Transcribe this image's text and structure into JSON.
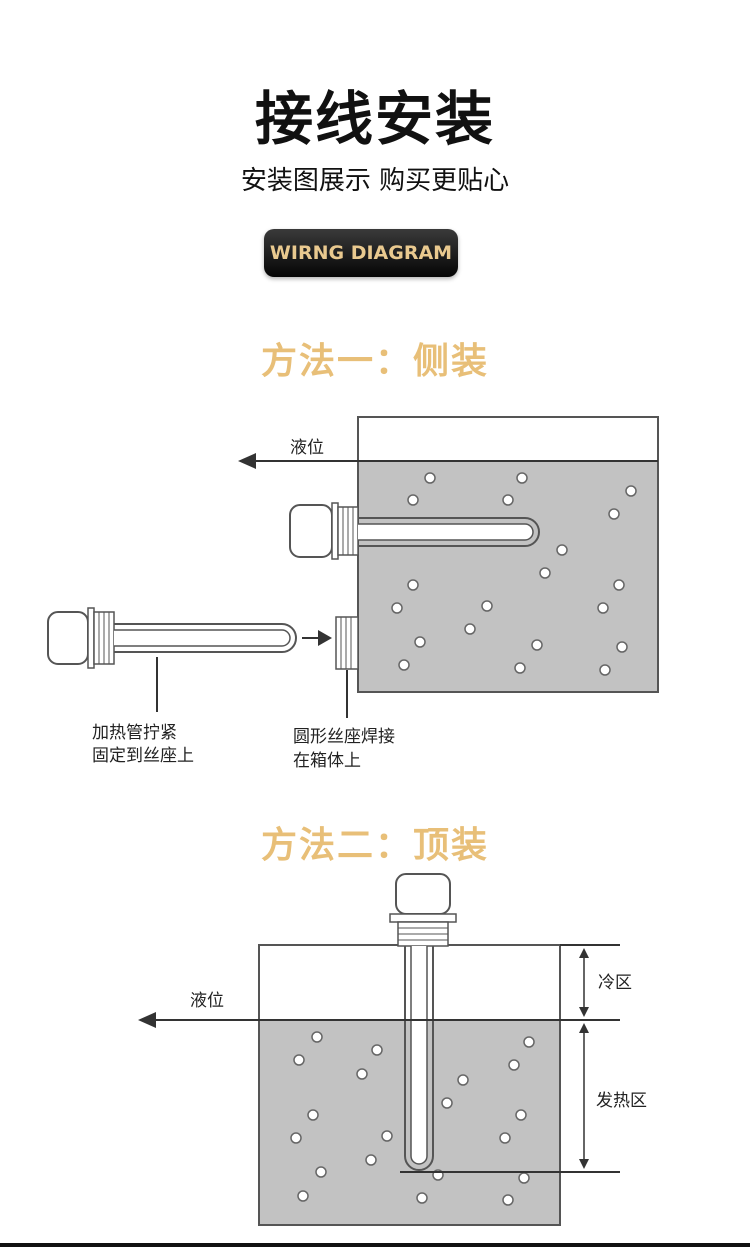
{
  "header": {
    "title": "接线安装",
    "subtitle": "安装图展示 购买更贴心",
    "badge": "WIRNG DIAGRAM"
  },
  "method1": {
    "title": "方法一：侧装",
    "liquid_level": "液位",
    "caption_left_line1": "加热管拧紧",
    "caption_left_line2": "固定到丝座上",
    "caption_right_line1": "圆形丝座焊接",
    "caption_right_line2": "在箱体上"
  },
  "method2": {
    "title": "方法二：顶装",
    "liquid_level": "液位",
    "cold_zone": "冷区",
    "heat_zone": "发热区"
  },
  "colors": {
    "accent": "#e8bf78",
    "liquid": "#c2c2c2",
    "outline": "#555555"
  }
}
